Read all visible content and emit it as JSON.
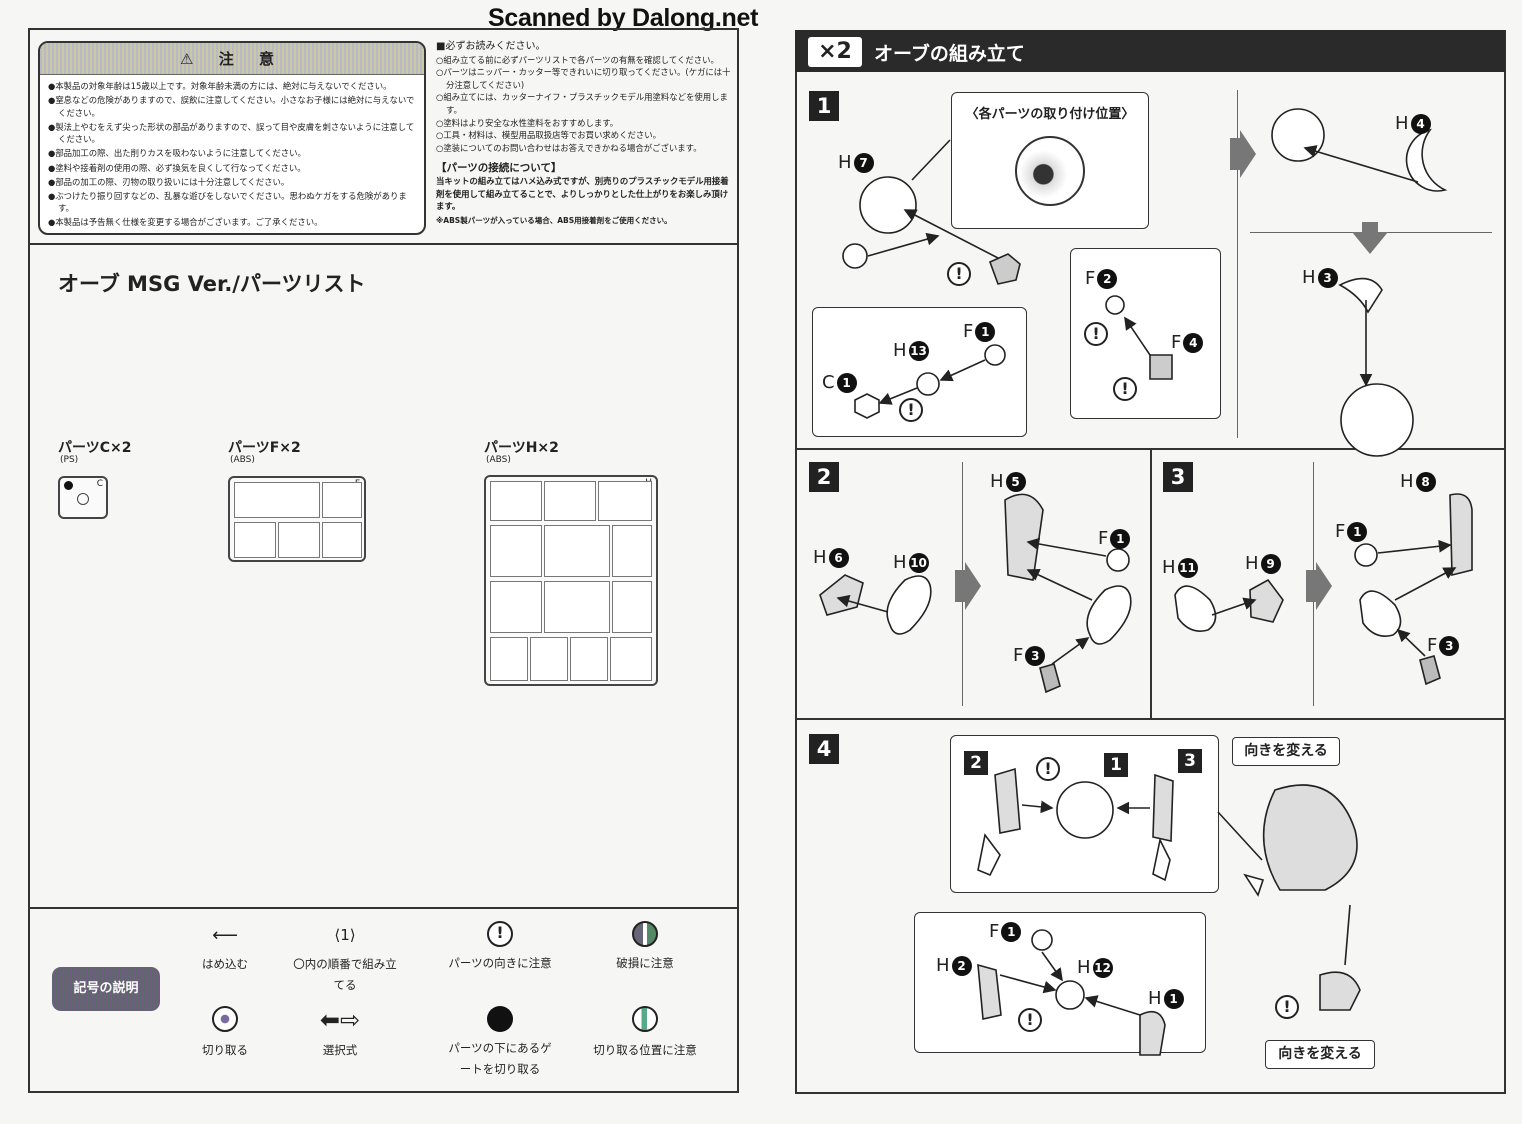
{
  "watermark": "Scanned by Dalong.net",
  "caution": {
    "title": "⚠ 注 意",
    "items": [
      "本製品の対象年齢は15歳以上です。対象年齢未満の方には、絶対に与えないでください。",
      "窒息などの危険がありますので、誤飲に注意してください。小さなお子様には絶対に与えないでください。",
      "製法上やむをえず尖った形状の部品がありますので、誤って目や皮膚を刺さないように注意してください。",
      "部品加工の際、出た削りカスを吸わないように注意してください。",
      "塗料や接着剤の使用の際、必ず換気を良くして行なってください。",
      "部品の加工の際、刃物の取り扱いには十分注意してください。",
      "ぶつけたり振り回すなどの、乱暴な遊びをしないでください。思わぬケガをする危険があります。",
      "本製品は予告無く仕様を変更する場合がございます。ご了承ください。"
    ]
  },
  "notes": {
    "heading": "■必ずお読みください。",
    "items": [
      "組み立てる前に必ずパーツリストで各パーツの有無を確認してください。",
      "パーツはニッパー・カッター等できれいに切り取ってください。(ケガには十分注意してください)",
      "組み立てには、カッターナイフ・プラスチックモデル用塗料などを使用します。",
      "塗料はより安全な水性塗料をおすすめします。",
      "工具・材料は、模型用品取扱店等でお買い求めください。",
      "塗装についてのお問い合わせはお答えできかねる場合がございます。"
    ],
    "connect_heading": "【パーツの接続について】",
    "connect_text": "当キットの組み立てはハメ込み式ですが、別売りのプラスチックモデル用接着剤を使用して組み立てることで、よりしっかりとした仕上がりをお楽しみ頂けます。",
    "abs_note": "※ABS製パーツが入っている場合、ABS用接着剤をご使用ください。"
  },
  "parts_title": "オーブ MSG Ver./パーツリスト",
  "runners": [
    {
      "label": "パーツC×2",
      "material": "(PS)",
      "letter": "C"
    },
    {
      "label": "パーツF×2",
      "material": "(ABS)",
      "letter": "F"
    },
    {
      "label": "パーツH×2",
      "material": "(ABS)",
      "letter": "H"
    }
  ],
  "legend": {
    "badge": "記号の説明",
    "items": [
      "はめ込む",
      "〇内の順番で組み立てる",
      "パーツの向きに注意",
      "破損に注意",
      "切り取る",
      "選択式",
      "パーツの下にあるゲートを切り取る",
      "切り取る位置に注意"
    ],
    "order_symbol": "1"
  },
  "assembly": {
    "multiplier": "×2",
    "title": "オーブの組み立て",
    "callout": "〈各パーツの取り付け位置〉",
    "turn": "向きを変える",
    "warn": "!"
  },
  "steps": [
    "1",
    "2",
    "3",
    "4"
  ],
  "labels": {
    "s1": [
      [
        "H",
        "7"
      ],
      [
        "H",
        "4"
      ],
      [
        "H",
        "3"
      ],
      [
        "F",
        "2"
      ],
      [
        "F",
        "4"
      ],
      [
        "F",
        "1"
      ],
      [
        "H",
        "13"
      ],
      [
        "C",
        "1"
      ]
    ],
    "s2": [
      [
        "H",
        "6"
      ],
      [
        "H",
        "10"
      ],
      [
        "H",
        "5"
      ],
      [
        "F",
        "1"
      ],
      [
        "F",
        "3"
      ]
    ],
    "s3": [
      [
        "H",
        "8"
      ],
      [
        "F",
        "1"
      ],
      [
        "H",
        "11"
      ],
      [
        "H",
        "9"
      ],
      [
        "F",
        "3"
      ]
    ],
    "s4": [
      [
        "F",
        "1"
      ],
      [
        "H",
        "2"
      ],
      [
        "H",
        "12"
      ],
      [
        "H",
        "1"
      ]
    ]
  }
}
